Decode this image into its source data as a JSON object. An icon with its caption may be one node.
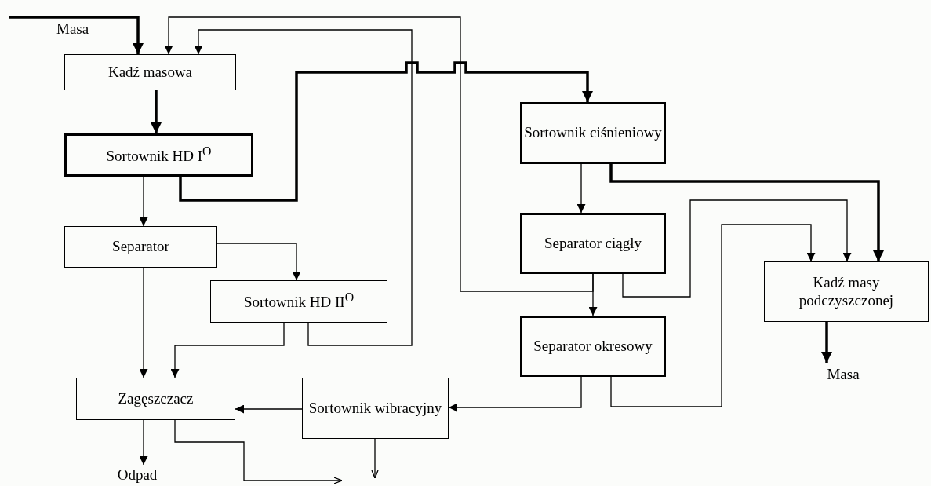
{
  "diagram": {
    "nodes": [
      {
        "text": [
          "Kadź masowa"
        ]
      },
      {
        "text": [
          "Sortownik HD I$^{O}$"
        ]
      },
      {
        "text": [
          "Separator"
        ]
      },
      {
        "text": [
          "Sortownik HD II$^{O}$"
        ]
      },
      {
        "text": [
          "Zagęszczacz"
        ]
      },
      {
        "text": [
          "Sortownik wibracyjny"
        ]
      },
      {
        "text": [
          "Sortownik ciśnieniowy"
        ]
      },
      {
        "text": [
          "Separator ciągły"
        ]
      },
      {
        "text": [
          "Separator okresowy"
        ]
      },
      {
        "text": [
          "Kadź masy podczyszczonej"
        ]
      },
      {
        "text": [
          "Masa"
        ]
      },
      {
        "text": [
          "Odpad"
        ]
      }
    ],
    "edges": [
      {
        "from": null,
        "to": 0,
        "arrow": "to",
        "label": "Masa",
        "style": "thick"
      },
      {
        "from": 0,
        "to": 1,
        "arrow": "to",
        "style": "thick"
      },
      {
        "from": 1,
        "to": 6,
        "arrow": "to",
        "style": "thick"
      },
      {
        "from": 1,
        "to": 2,
        "arrow": "to"
      },
      {
        "from": 2,
        "to": 3,
        "arrow": "to"
      },
      {
        "from": 2,
        "to": 4,
        "arrow": "to"
      },
      {
        "from": 3,
        "to": 4,
        "arrow": "to"
      },
      {
        "from": 3,
        "to": 0,
        "arrow": "to"
      },
      {
        "from": 7,
        "to": 8,
        "arrow": "to"
      },
      {
        "from": 7,
        "to": 0,
        "arrow": "to"
      },
      {
        "from": 6,
        "to": 7,
        "arrow": "to"
      },
      {
        "from": 6,
        "to": 9,
        "arrow": "to",
        "style": "thick"
      },
      {
        "from": 7,
        "to": 9,
        "arrow": "to"
      },
      {
        "from": 8,
        "to": 9,
        "arrow": "to"
      },
      {
        "from": 8,
        "to": 5,
        "arrow": "to"
      },
      {
        "from": 5,
        "to": 4,
        "arrow": "to"
      },
      {
        "from": 4,
        "to": 11,
        "arrow": "to"
      },
      {
        "from": 4,
        "to": null,
        "arrow": "to"
      },
      {
        "from": 5,
        "to": null,
        "arrow": "to"
      },
      {
        "from": 9,
        "to": 10,
        "arrow": "to",
        "style": "thick"
      }
    ]
  }
}
